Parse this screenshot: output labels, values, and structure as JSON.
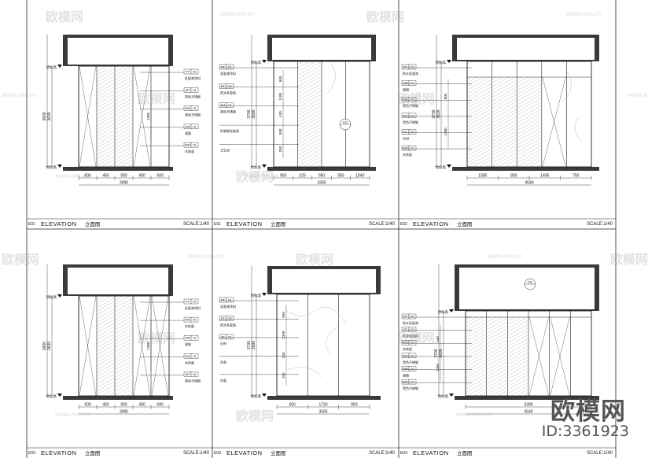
{
  "watermark": {
    "brand": "欧模网",
    "url": "www.om.cn"
  },
  "footer_brand": {
    "name": "欧模网",
    "id": "ID:3361923"
  },
  "panels": [
    {
      "no": "E01",
      "title": "ELEVATION",
      "title_cn": "立面图",
      "scale": "SCALE:1/40",
      "dims_bottom": [
        "600",
        "450",
        "950",
        "450",
        "600"
      ],
      "total": "3090",
      "dims_side": [
        "3600",
        "3635"
      ],
      "dims_side_small": [
        "1300"
      ],
      "tags": [
        {
          "code": "PT",
          "no": "01",
          "note": "乳胶漆涂料"
        },
        {
          "code": "MT",
          "no": "01",
          "note": "黑色不锈钢"
        },
        {
          "code": "WD",
          "no": "01",
          "note": "黑色不锈钢"
        },
        {
          "code": "MR",
          "no": "01",
          "note": "银镜"
        },
        {
          "code": "WD",
          "no": "01",
          "note": "木饰面"
        }
      ],
      "level": [
        "顶标高",
        "地标高"
      ]
    },
    {
      "no": "E01",
      "title": "ELEVATION",
      "title_cn": "立面图",
      "scale": "SCALE:1/40",
      "dims_bottom": [
        "950",
        "325",
        "950",
        "950",
        "1040"
      ],
      "total": "3365",
      "dims_side": [
        "3700",
        "3690"
      ],
      "dims_side_small": [
        "650",
        "1180",
        "430",
        "500",
        "250"
      ],
      "tags": [
        {
          "code": "PT",
          "no": "01",
          "note": "乳胶漆涂料"
        },
        {
          "code": "PT",
          "no": "02",
          "note": "防水乳胶漆"
        },
        {
          "code": "MT",
          "no": "01",
          "note": "黑色不锈钢"
        },
        {
          "code": "",
          "no": "",
          "note": "砂钢钢化玻璃"
        },
        {
          "code": "",
          "no": "",
          "note": "卫生间"
        }
      ],
      "level": [
        "顶标高",
        "地标高"
      ],
      "callout": "EQ"
    },
    {
      "no": "E02",
      "title": "ELEVATION",
      "title_cn": "立面图",
      "scale": "SCALE:1/40",
      "dims_bottom": [
        "1585",
        "800",
        "1405",
        "750"
      ],
      "total": "4540",
      "dims_side": [
        "3700",
        "3635"
      ],
      "dims_side_small": [
        "800",
        "1300"
      ],
      "tags": [
        {
          "code": "PT",
          "no": "01",
          "note": "防水乳胶漆"
        },
        {
          "code": "MR",
          "no": "01",
          "note": "银镜"
        },
        {
          "code": "WD",
          "no": "01",
          "note": "黑色不锈钢"
        },
        {
          "code": "MT",
          "no": "01",
          "note": "黑色不锈钢"
        },
        {
          "code": "ST",
          "no": "01",
          "note": "石材"
        },
        {
          "code": "WD",
          "no": "01",
          "note": "木饰面"
        }
      ],
      "level": [
        "顶标高",
        "地标高"
      ]
    },
    {
      "no": "E03",
      "title": "ELEVATION",
      "title_cn": "立面图",
      "scale": "SCALE:1/40",
      "dims_bottom": [
        "600",
        "450",
        "950",
        "450",
        "690"
      ],
      "total": "3090",
      "dims_side": [
        "3600",
        "3635"
      ],
      "dims_side_small": [
        "1300"
      ],
      "tags": [
        {
          "code": "PT",
          "no": "01",
          "note": "乳胶漆涂料"
        },
        {
          "code": "WD",
          "no": "01",
          "note": "木饰面"
        },
        {
          "code": "MR",
          "no": "01",
          "note": "银镜"
        },
        {
          "code": "WD",
          "no": "01",
          "note": "木饰面"
        },
        {
          "code": "MT",
          "no": "01",
          "note": "黑色不锈钢"
        }
      ],
      "level": [
        "顶标高",
        "地标高"
      ]
    },
    {
      "no": "E03",
      "title": "ELEVATION",
      "title_cn": "立面图",
      "scale": "SCALE:1/40",
      "dims_bottom": [
        "600",
        "1720",
        "950"
      ],
      "total": "3305",
      "dims_side": [
        "3700",
        "3690"
      ],
      "dims_side_small": [
        "650",
        "2390",
        "440",
        "250"
      ],
      "tags": [
        {
          "code": "PT",
          "no": "01",
          "note": "乳胶漆涂料"
        },
        {
          "code": "PT",
          "no": "02",
          "note": "防水乳胶漆"
        },
        {
          "code": "ST",
          "no": "01",
          "note": "石材"
        },
        {
          "code": "",
          "no": "",
          "note": "台盆"
        },
        {
          "code": "",
          "no": "",
          "note": "台面"
        }
      ],
      "level": [
        "顶标高",
        "地标高"
      ]
    },
    {
      "no": "E04",
      "title": "ELEVATION",
      "title_cn": "立面图",
      "scale": "SCALE:1/40",
      "dims_bottom": [
        "3390"
      ],
      "total": "4540",
      "dims_side": [
        "3700",
        "3635"
      ],
      "dims_side_small": [
        "440",
        "1300"
      ],
      "tags": [
        {
          "code": "PT",
          "no": "01",
          "note": "防水乳胶漆"
        },
        {
          "code": "PT",
          "no": "02",
          "note": "乳胶漆涂料"
        },
        {
          "code": "WD",
          "no": "01",
          "note": "木饰面"
        },
        {
          "code": "MT",
          "no": "01",
          "note": "黑色不锈钢"
        },
        {
          "code": "MR",
          "no": "01",
          "note": "银镜"
        },
        {
          "code": "WD",
          "no": "01",
          "note": "黑色不锈钢"
        }
      ],
      "level": [
        "顶标高",
        "地标高"
      ],
      "callout": "EQ"
    }
  ]
}
